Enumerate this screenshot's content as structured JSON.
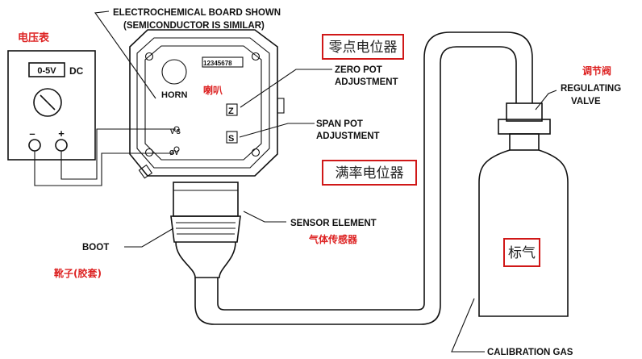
{
  "labels": {
    "board_line1": "ELECTROCHEMICAL BOARD SHOWN",
    "board_line2": "(SEMICONDUCTOR IS SIMILAR)",
    "voltmeter_cn": "电压表",
    "range": "0-5V",
    "dc": "DC",
    "minus": "–",
    "plus": "+",
    "dip_numbers": "12345678",
    "horn": "HORN",
    "horn_cn": "喇叭",
    "zero_cn": "零点电位器",
    "zero_line1": "ZERO POT",
    "zero_line2": "ADJUSTMENT",
    "z_symbol": "Z",
    "span_line1": "SPAN POT",
    "span_line2": "ADJUSTMENT",
    "s_symbol": "S",
    "span_cn": "满率电位器",
    "vs": "V S",
    "ov": "ØV",
    "sensor": "SENSOR ELEMENT",
    "sensor_cn": "气体传感器",
    "boot": "BOOT",
    "boot_cn": "靴子(胶套)",
    "valve_cn": "调节阀",
    "valve_line1": "REGULATING",
    "valve_line2": "VALVE",
    "gas_cn": "标气",
    "cal_gas": "CALIBRATION GAS"
  }
}
